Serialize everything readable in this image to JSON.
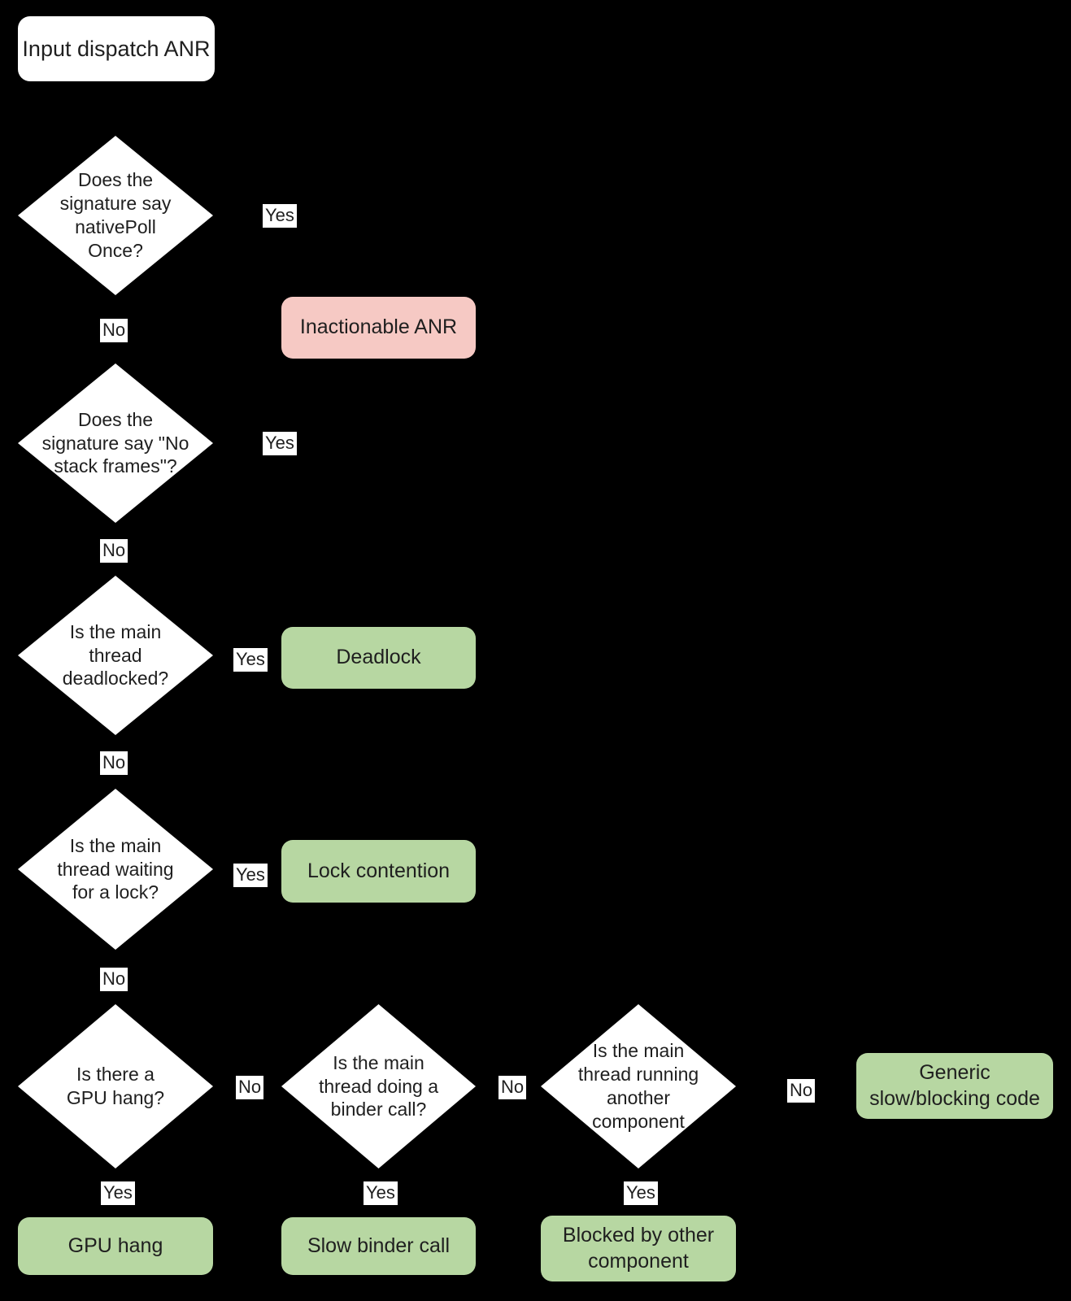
{
  "diagram": {
    "type": "flowchart",
    "background": "#000000",
    "colors": {
      "decision_fill": "#ffffff",
      "terminal_bad_fill": "#f6c9c4",
      "terminal_good_fill": "#b7d7a2",
      "text": "#1f1f1f",
      "edge_label_bg": "#ffffff"
    },
    "start": {
      "label": "Input dispatch ANR"
    },
    "decisions": {
      "nativepoll": {
        "label": "Does the\nsignature say\nnativePoll\nOnce?"
      },
      "stackframes": {
        "label": "Does the\nsignature say \"No\nstack frames\"?"
      },
      "deadlocked": {
        "label": "Is the main\nthread\ndeadlocked?"
      },
      "waitlock": {
        "label": "Is the main\nthread waiting\nfor a lock?"
      },
      "gpu": {
        "label": "Is there a\nGPU hang?"
      },
      "binder": {
        "label": "Is the main\nthread doing a\nbinder call?"
      },
      "component": {
        "label": "Is the main\nthread running\nanother\ncomponent"
      }
    },
    "terminals": {
      "inactionable": {
        "label": "Inactionable ANR",
        "kind": "bad"
      },
      "deadlock": {
        "label": "Deadlock",
        "kind": "good"
      },
      "lock_contention": {
        "label": "Lock contention",
        "kind": "good"
      },
      "gpu_hang": {
        "label": "GPU hang",
        "kind": "good"
      },
      "slow_binder": {
        "label": "Slow binder call",
        "kind": "good"
      },
      "blocked_other": {
        "label": "Blocked by other\ncomponent",
        "kind": "good"
      },
      "generic_slow": {
        "label": "Generic\nslow/blocking code",
        "kind": "good"
      }
    },
    "edge_labels": {
      "yes": "Yes",
      "no": "No"
    },
    "edges": [
      {
        "from": "start",
        "to": "nativepoll",
        "label": ""
      },
      {
        "from": "nativepoll",
        "to": "inactionable",
        "label": "Yes"
      },
      {
        "from": "nativepoll",
        "to": "stackframes",
        "label": "No"
      },
      {
        "from": "stackframes",
        "to": "inactionable",
        "label": "Yes"
      },
      {
        "from": "stackframes",
        "to": "deadlocked",
        "label": "No"
      },
      {
        "from": "deadlocked",
        "to": "deadlock",
        "label": "Yes"
      },
      {
        "from": "deadlocked",
        "to": "waitlock",
        "label": "No"
      },
      {
        "from": "waitlock",
        "to": "lock_contention",
        "label": "Yes"
      },
      {
        "from": "waitlock",
        "to": "gpu",
        "label": "No"
      },
      {
        "from": "gpu",
        "to": "gpu_hang",
        "label": "Yes"
      },
      {
        "from": "gpu",
        "to": "binder",
        "label": "No"
      },
      {
        "from": "binder",
        "to": "slow_binder",
        "label": "Yes"
      },
      {
        "from": "binder",
        "to": "component",
        "label": "No"
      },
      {
        "from": "component",
        "to": "blocked_other",
        "label": "Yes"
      },
      {
        "from": "component",
        "to": "generic_slow",
        "label": "No"
      }
    ]
  }
}
